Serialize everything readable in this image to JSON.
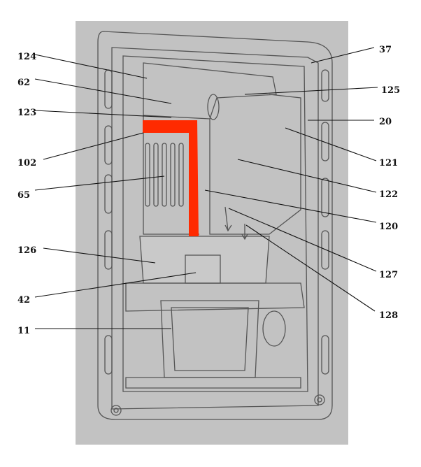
{
  "diagram": {
    "highlight_color": "#ff2a00",
    "background_color": "#c2c2c2",
    "highlighted_part": "102",
    "labels_left": [
      "124",
      "62",
      "123",
      "102",
      "65",
      "126",
      "42",
      "11"
    ],
    "labels_right": [
      "37",
      "125",
      "20",
      "121",
      "122",
      "120",
      "127",
      "128"
    ]
  }
}
